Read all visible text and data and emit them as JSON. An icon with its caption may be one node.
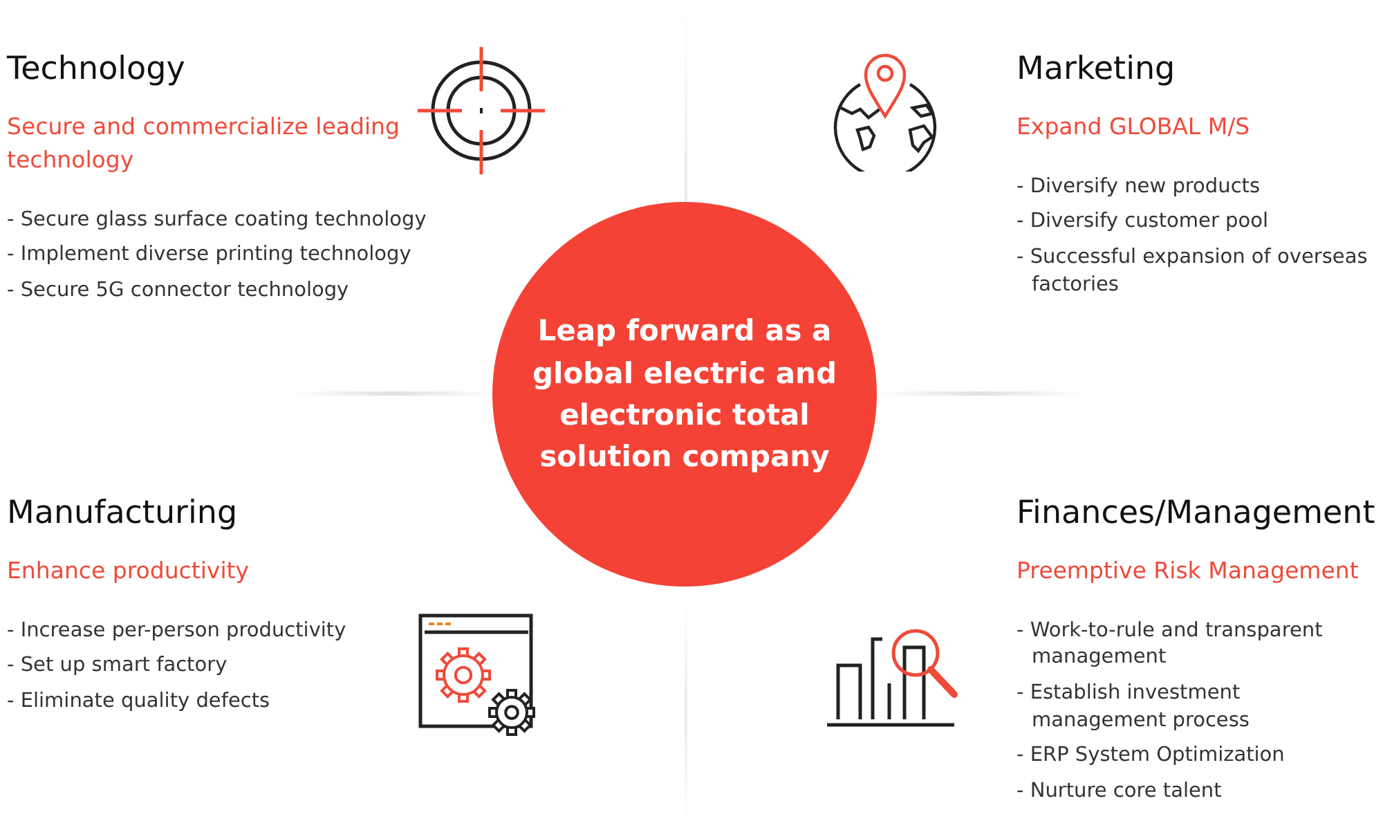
{
  "diagram": {
    "nodes": [
      {
        "text": [
          "Leap forward as a global electric and electronic total solution company"
        ]
      },
      {
        "text": [
          "Technology",
          "Secure and commercialize leading technology",
          "- Secure glass surface coating technology",
          "- Implement diverse printing technology",
          "- Secure 5G connector technology"
        ]
      },
      {
        "text": [
          "Marketing",
          "Expand GLOBAL M/S",
          "- Diversify new products",
          "- Diversify customer pool",
          "- Successful expansion of overseas factories"
        ]
      },
      {
        "text": [
          "Manufacturing",
          "Enhance productivity",
          "- Increase per-person productivity",
          "- Set up smart factory",
          "- Eliminate quality defects"
        ]
      },
      {
        "text": [
          "Finances/Management",
          "Preemptive Risk Management",
          "- Work-to-rule and transparent management",
          "- Establish investment management process",
          "- ERP System Optimization",
          "- Nurture core talent"
        ]
      }
    ],
    "edges": []
  }
}
